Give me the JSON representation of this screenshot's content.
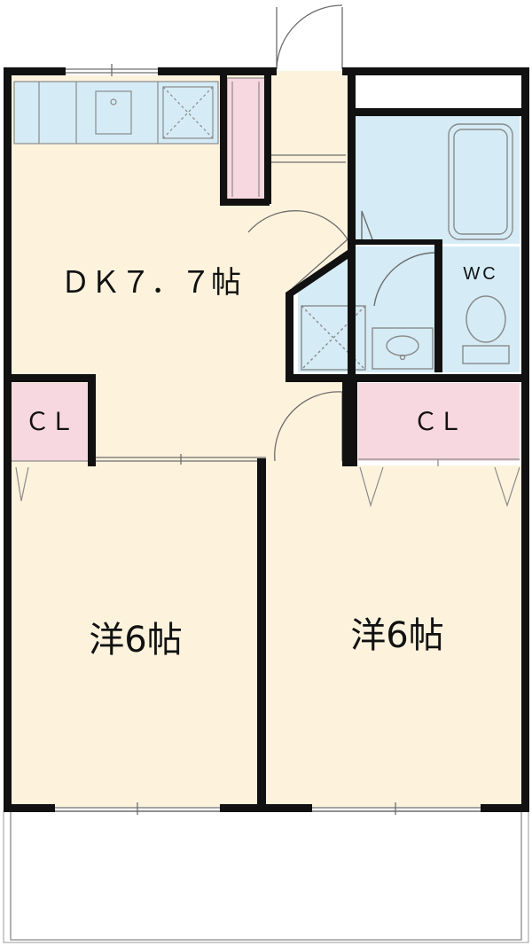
{
  "floor_plan": {
    "rooms": {
      "dk": {
        "label": "ＤＫ７．７帖"
      },
      "western_left": {
        "label": "洋6帖"
      },
      "western_right": {
        "label": "洋6帖"
      },
      "closet_left": {
        "label": "ＣＬ"
      },
      "closet_right": {
        "label": "ＣＬ"
      },
      "toilet": {
        "label": "WC"
      }
    },
    "colors": {
      "wall": "#111111",
      "room_floor": "#fdf3dd",
      "wet_area": "#d5ecf6",
      "closet": "#f8d8e0",
      "fixture_line": "#8a8a8a",
      "door_line": "#6d6d6d"
    }
  }
}
